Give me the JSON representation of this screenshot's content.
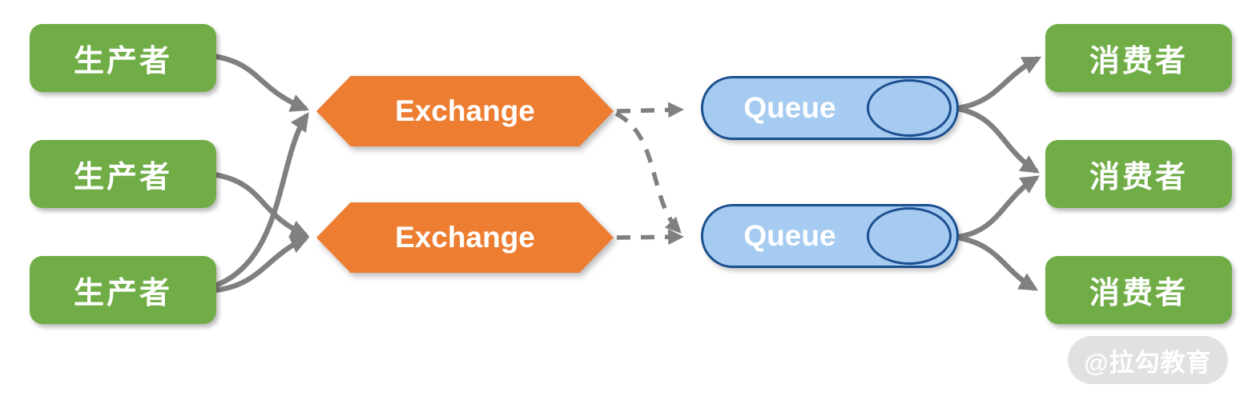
{
  "diagram": {
    "type": "message-queue-architecture",
    "producers": [
      {
        "id": "producer-1",
        "label": "生产者"
      },
      {
        "id": "producer-2",
        "label": "生产者"
      },
      {
        "id": "producer-3",
        "label": "生产者"
      }
    ],
    "exchanges": [
      {
        "id": "exchange-1",
        "label": "Exchange"
      },
      {
        "id": "exchange-2",
        "label": "Exchange"
      }
    ],
    "queues": [
      {
        "id": "queue-1",
        "label": "Queue"
      },
      {
        "id": "queue-2",
        "label": "Queue"
      }
    ],
    "consumers": [
      {
        "id": "consumer-1",
        "label": "消费者"
      },
      {
        "id": "consumer-2",
        "label": "消费者"
      },
      {
        "id": "consumer-3",
        "label": "消费者"
      }
    ],
    "edges": [
      {
        "from": "producer-1",
        "to": "exchange-1",
        "style": "solid-arrow"
      },
      {
        "from": "producer-2",
        "to": "exchange-2",
        "style": "solid-arrow"
      },
      {
        "from": "producer-3",
        "to": "exchange-1",
        "style": "solid-arrow"
      },
      {
        "from": "producer-3",
        "to": "exchange-2",
        "style": "solid-arrow"
      },
      {
        "from": "exchange-1",
        "to": "queue-1",
        "style": "dashed-arrow"
      },
      {
        "from": "exchange-1",
        "to": "queue-2",
        "style": "dashed-arrow"
      },
      {
        "from": "exchange-2",
        "to": "queue-2",
        "style": "dashed-arrow"
      },
      {
        "from": "queue-1",
        "to": "consumer-1",
        "style": "solid-arrow"
      },
      {
        "from": "queue-1",
        "to": "consumer-2",
        "style": "solid-arrow"
      },
      {
        "from": "queue-2",
        "to": "consumer-2",
        "style": "solid-arrow"
      },
      {
        "from": "queue-2",
        "to": "consumer-3",
        "style": "solid-arrow"
      }
    ],
    "watermark": "@拉勾教育",
    "colors": {
      "producer_consumer_fill": "#70AD47",
      "exchange_fill": "#ED7D31",
      "queue_fill": "#A6CBF0",
      "queue_border": "#1B4F8F",
      "connector": "#808080",
      "label_text": "#FFFFFF",
      "watermark_bg": "#DCDCDC",
      "watermark_text": "#FFFFFF",
      "background": "#FFFFFF"
    }
  }
}
